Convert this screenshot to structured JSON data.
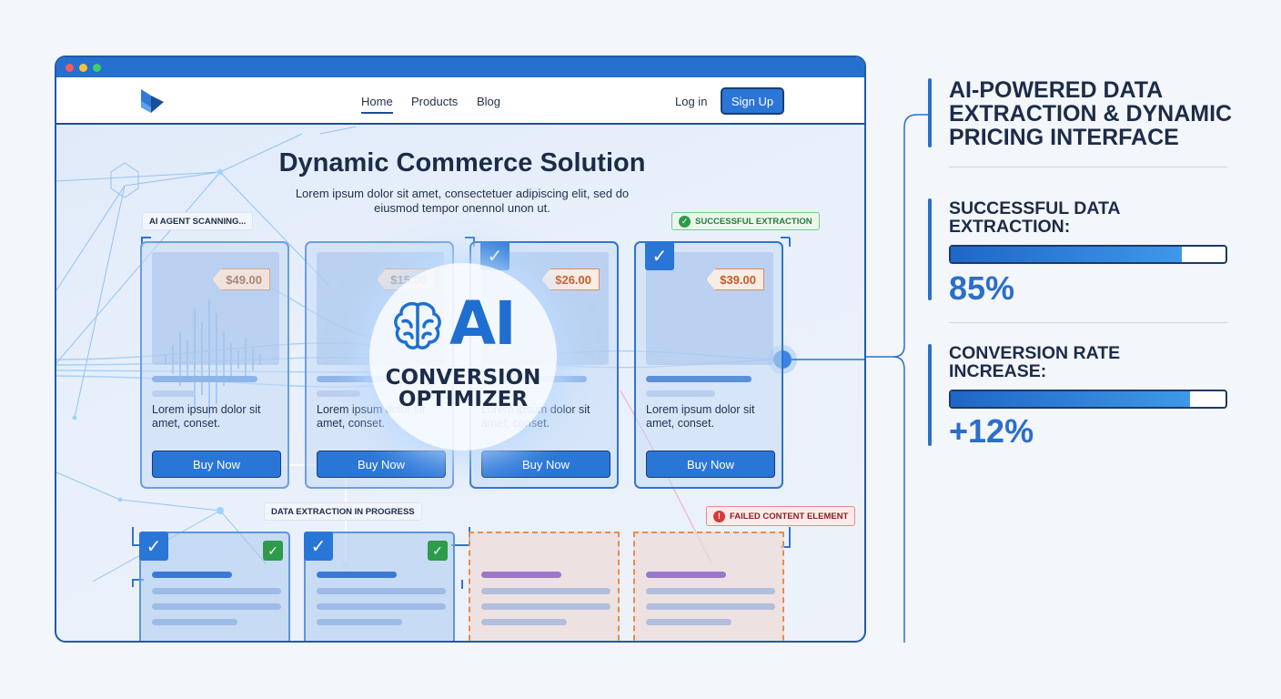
{
  "browser": {
    "nav": {
      "links": [
        "Home",
        "Products",
        "Blog"
      ],
      "login": "Log in",
      "signup": "Sign Up"
    },
    "hero": {
      "title": "Dynamic Commerce Solution",
      "subtitle": "Lorem ipsum dolor sit amet, consectetuer adipiscing elit, sed do eiusmod tempor onennol unon ut."
    },
    "tags": {
      "scanning": "AI AGENT SCANNING...",
      "success": "SUCCESSFUL EXTRACTION",
      "progress": "DATA EXTRACTION IN PROGRESS",
      "failed": "FAILED CONTENT ELEMENT"
    },
    "products": [
      {
        "price": "$49.00",
        "text": "Lorem ipsum dolor sit amet, conset.",
        "button": "Buy Now",
        "checked": false
      },
      {
        "price": "$15.00",
        "text": "Lorem ipsum dolor sit amet, conset.",
        "button": "Buy Now",
        "checked": false
      },
      {
        "price": "$26.00",
        "text": "Lorem ipsum dolor sit amet, conset.",
        "button": "Buy Now",
        "checked": true
      },
      {
        "price": "$39.00",
        "text": "Lorem ipsum dolor sit amet, conset.",
        "button": "Buy Now",
        "checked": true
      }
    ],
    "ai_badge": {
      "big": "AI",
      "line1": "CONVERSION",
      "line2": "OPTIMIZER"
    }
  },
  "panel": {
    "title": "AI-POWERED DATA EXTRACTION & DYNAMIC PRICING INTERFACE",
    "metrics": [
      {
        "label": "SUCCESSFUL DATA EXTRACTION:",
        "value": "85%",
        "fill": 0.84
      },
      {
        "label": "CONVERSION RATE INCREASE:",
        "value": "+12%",
        "fill": 0.87
      }
    ]
  },
  "colors": {
    "accent": "#2670cf",
    "success": "#2e9b4a",
    "error": "#d63a3a",
    "price": "#e8865a"
  }
}
